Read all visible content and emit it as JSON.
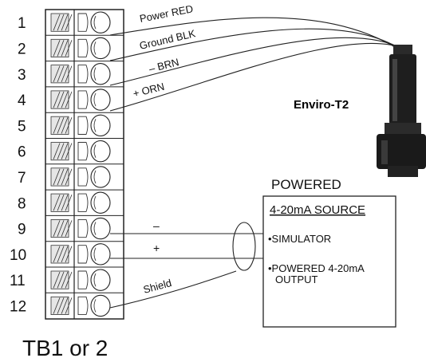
{
  "terminal_block": {
    "label": "TB1 or 2",
    "terminals": [
      "1",
      "2",
      "3",
      "4",
      "5",
      "6",
      "7",
      "8",
      "9",
      "10",
      "11",
      "12"
    ]
  },
  "sensor_wires": [
    {
      "label": "Power  RED"
    },
    {
      "label": "Ground  BLK"
    },
    {
      "label": "– BRN"
    },
    {
      "label": "+ ORN"
    }
  ],
  "sensor": {
    "label": "Enviro-T2"
  },
  "source_wires": {
    "minus": "–",
    "plus": "+",
    "shield": "Shield"
  },
  "source_box": {
    "title": "POWERED",
    "subtitle": "4-20mA SOURCE",
    "bullet1": "•SIMULATOR",
    "bullet2_line1": "•POWERED 4-20mA",
    "bullet2_line2": "OUTPUT"
  }
}
